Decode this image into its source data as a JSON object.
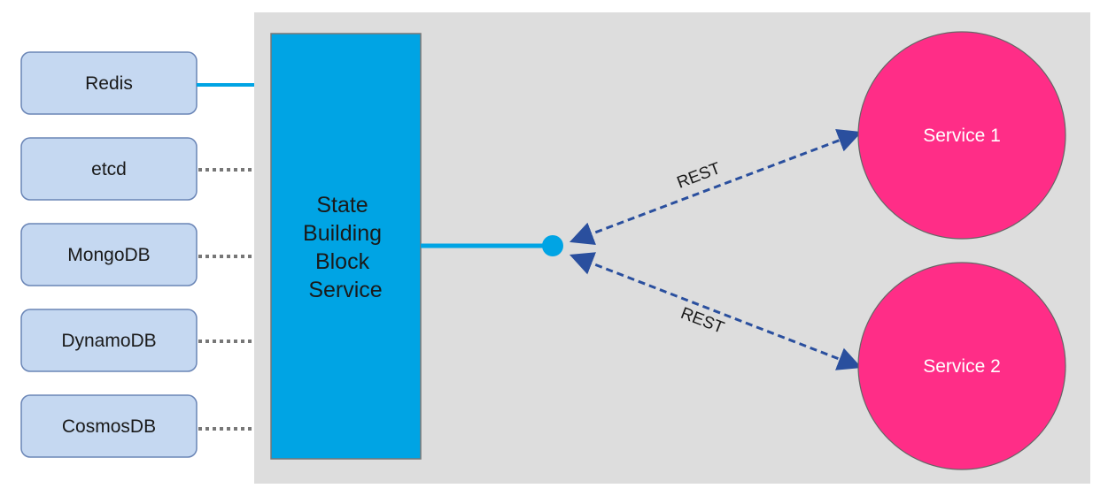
{
  "stores": [
    {
      "label": "Redis",
      "connection": "solid"
    },
    {
      "label": "etcd",
      "connection": "dotted"
    },
    {
      "label": "MongoDB",
      "connection": "dotted"
    },
    {
      "label": "DynamoDB",
      "connection": "dotted"
    },
    {
      "label": "CosmosDB",
      "connection": "dotted"
    }
  ],
  "state_service": {
    "lines": [
      "State",
      "Building",
      "Block",
      "Service"
    ]
  },
  "services": [
    {
      "label": "Service 1"
    },
    {
      "label": "Service 2"
    }
  ],
  "edges": [
    {
      "label": "REST",
      "to": "Service 1"
    },
    {
      "label": "REST",
      "to": "Service 2"
    }
  ],
  "colors": {
    "container_bg": "#dddddd",
    "store_fill": "#c5d8f1",
    "store_stroke": "#6a85b6",
    "state_service_fill": "#00a4e4",
    "state_service_stroke": "#777777",
    "connector": "#00a4e4",
    "dotted_line": "#777777",
    "service_fill": "#ff2d87",
    "service_stroke": "#666666",
    "rest_arrow": "#2a4f9e",
    "text_dark": "#1a1a1a",
    "text_light": "#ffffff"
  }
}
